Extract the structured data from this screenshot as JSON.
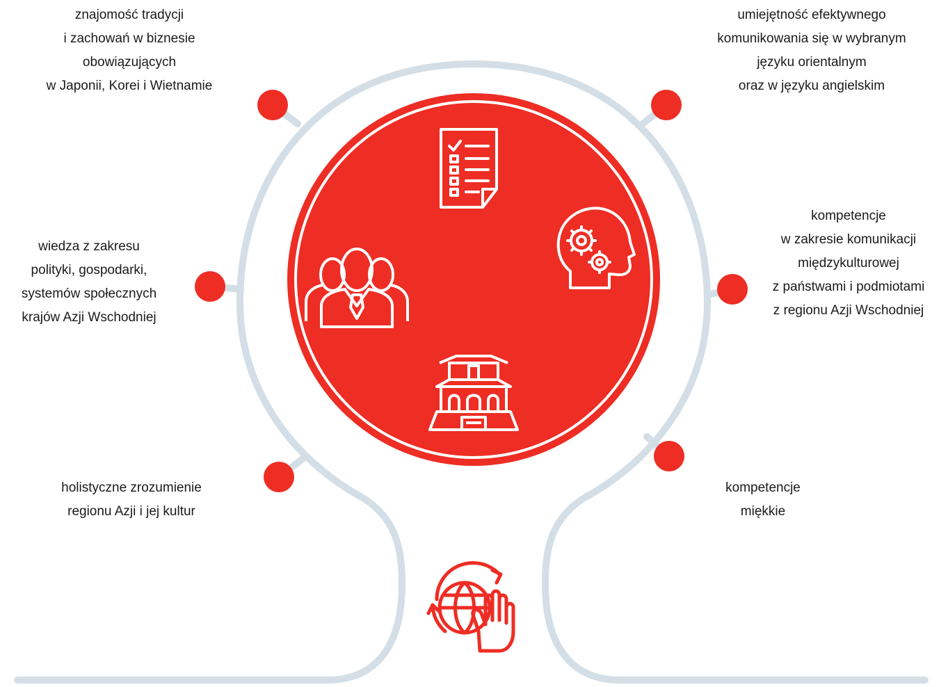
{
  "colors": {
    "accent": "#EE2D24",
    "outline": "#D3DEE6",
    "icon_stroke": "#FFFFFF",
    "text": "#1A1A1A"
  },
  "icons": [
    "checklist-document-icon",
    "business-people-icon",
    "head-gears-icon",
    "asian-temple-icon",
    "globe-hand-icon"
  ],
  "labels": {
    "top_left": [
      "znajomość tradycji",
      "i zachowań w biznesie",
      "obowiązujących",
      "w Japonii, Korei i Wietnamie"
    ],
    "top_right": [
      "umiejętność efektywnego",
      "komunikowania się w wybranym",
      "języku orientalnym",
      "oraz w języku angielskim"
    ],
    "middle_left": [
      "wiedza z zakresu",
      "polityki, gospodarki,",
      "systemów społecznych",
      "krajów Azji Wschodniej"
    ],
    "middle_right": [
      "kompetencje",
      "w zakresie komunikacji",
      "międzykulturowej",
      "z państwami i podmiotami",
      "z regionu Azji Wschodniej"
    ],
    "bottom_left": [
      "holistyczne zrozumienie",
      "regionu Azji i jej kultur"
    ],
    "bottom_right": [
      "kompetencje",
      "miękkie"
    ]
  }
}
